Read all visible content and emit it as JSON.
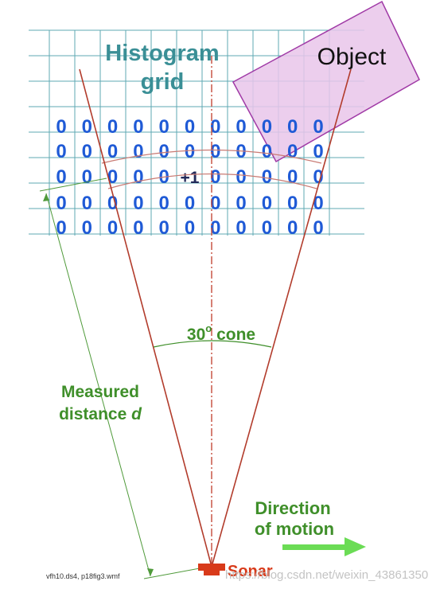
{
  "title": {
    "line1": "Histogram",
    "line2": "grid"
  },
  "object_label": "Object",
  "grid": {
    "rows": [
      [
        "0",
        "0",
        "0",
        "0",
        "0",
        "0",
        "0",
        "0",
        "0",
        "0",
        "0"
      ],
      [
        "0",
        "0",
        "0",
        "0",
        "0",
        "0",
        "0",
        "0",
        "0",
        "0",
        "0"
      ],
      [
        "0",
        "0",
        "0",
        "0",
        "0",
        "+1",
        "0",
        "0",
        "0",
        "0",
        "0"
      ],
      [
        "0",
        "0",
        "0",
        "0",
        "0",
        "0",
        "0",
        "0",
        "0",
        "0",
        "0"
      ],
      [
        "0",
        "0",
        "0",
        "0",
        "0",
        "0",
        "0",
        "0",
        "0",
        "0",
        "0"
      ]
    ]
  },
  "cone": {
    "value": "30",
    "degree": "o",
    "label": "cone"
  },
  "measured": {
    "line1": "Measured",
    "line2": "distance",
    "variable": "d"
  },
  "direction": {
    "line1": "Direction",
    "line2": "of motion"
  },
  "sonar_label": "Sonar",
  "footer_file": "vfh10.ds4, p18fig3.wmf",
  "watermark": "https://blog.csdn.net/weixin_43861350",
  "colors": {
    "grid_line": "#5fa9b3",
    "cell_value": "#1f5ad6",
    "title": "#3a8f96",
    "cone_line": "#b23c2c",
    "center_axis": "#c44a3a",
    "arc": "#c97b74",
    "object_fill": "#e9c6ea",
    "object_stroke": "#a03aa6",
    "green_text": "#3f8f2a",
    "arrow": "#6bdc55",
    "sonar": "#d83a1a"
  }
}
